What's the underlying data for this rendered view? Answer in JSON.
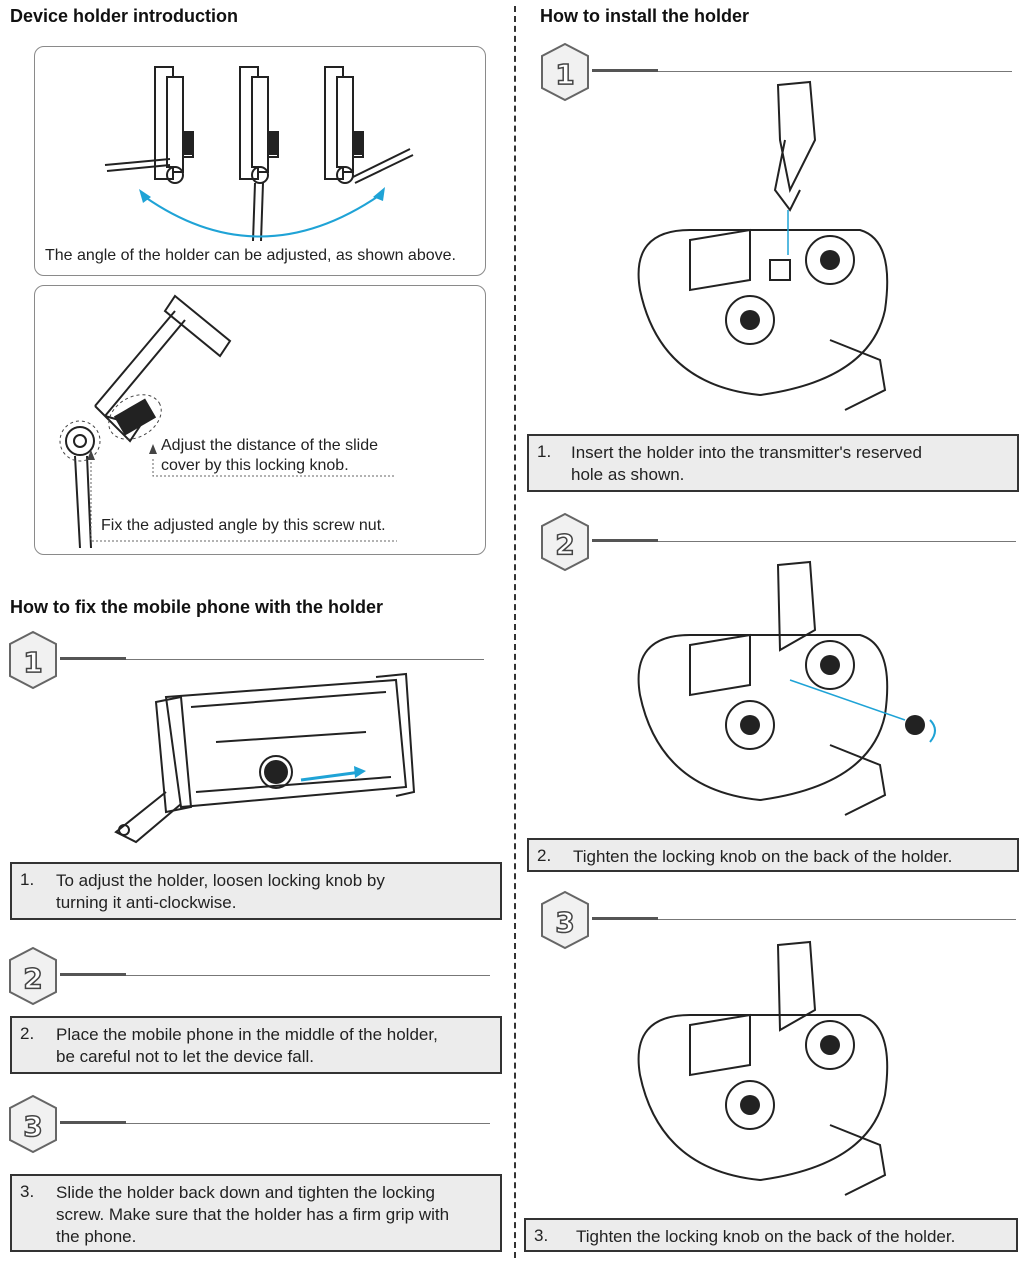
{
  "left": {
    "intro_heading": "Device holder introduction",
    "panel1_caption": "The angle of the holder can be adjusted, as shown above.",
    "panel2_label_knob": "Adjust the distance of the slide cover by this locking knob.",
    "panel2_label_knob_l1": "Adjust the distance of the slide",
    "panel2_label_knob_l2": "cover by this locking knob.",
    "panel2_label_nut": "Fix the adjusted angle by this screw nut.",
    "fix_heading": "How to fix the mobile phone with the holder",
    "steps": [
      {
        "badge": "1",
        "num": "1.",
        "line1": "To adjust the holder, loosen locking knob by",
        "line2": "turning it anti-clockwise.",
        "line3": ""
      },
      {
        "badge": "2",
        "num": "2.",
        "line1": "Place the mobile phone in the middle of the holder,",
        "line2": "be careful not to let the device fall.",
        "line3": ""
      },
      {
        "badge": "3",
        "num": "3.",
        "line1": "Slide the holder back down and tighten the locking",
        "line2": "screw. Make sure that the holder has a firm grip with",
        "line3": "the phone."
      }
    ]
  },
  "right": {
    "install_heading": "How to install the holder",
    "steps": [
      {
        "badge": "1",
        "num": "1.",
        "line1": "Insert the holder into the transmitter's reserved",
        "line2": "hole as shown."
      },
      {
        "badge": "2",
        "num": "2.",
        "line1": "Tighten the locking knob on the back of the holder.",
        "line2": ""
      },
      {
        "badge": "3",
        "num": "3.",
        "line1": "Tighten the locking knob on the back of the holder.",
        "line2": ""
      }
    ]
  },
  "colors": {
    "accent_blue": "#1fa3d6",
    "box_fill": "#ececec",
    "box_border": "#333333"
  }
}
